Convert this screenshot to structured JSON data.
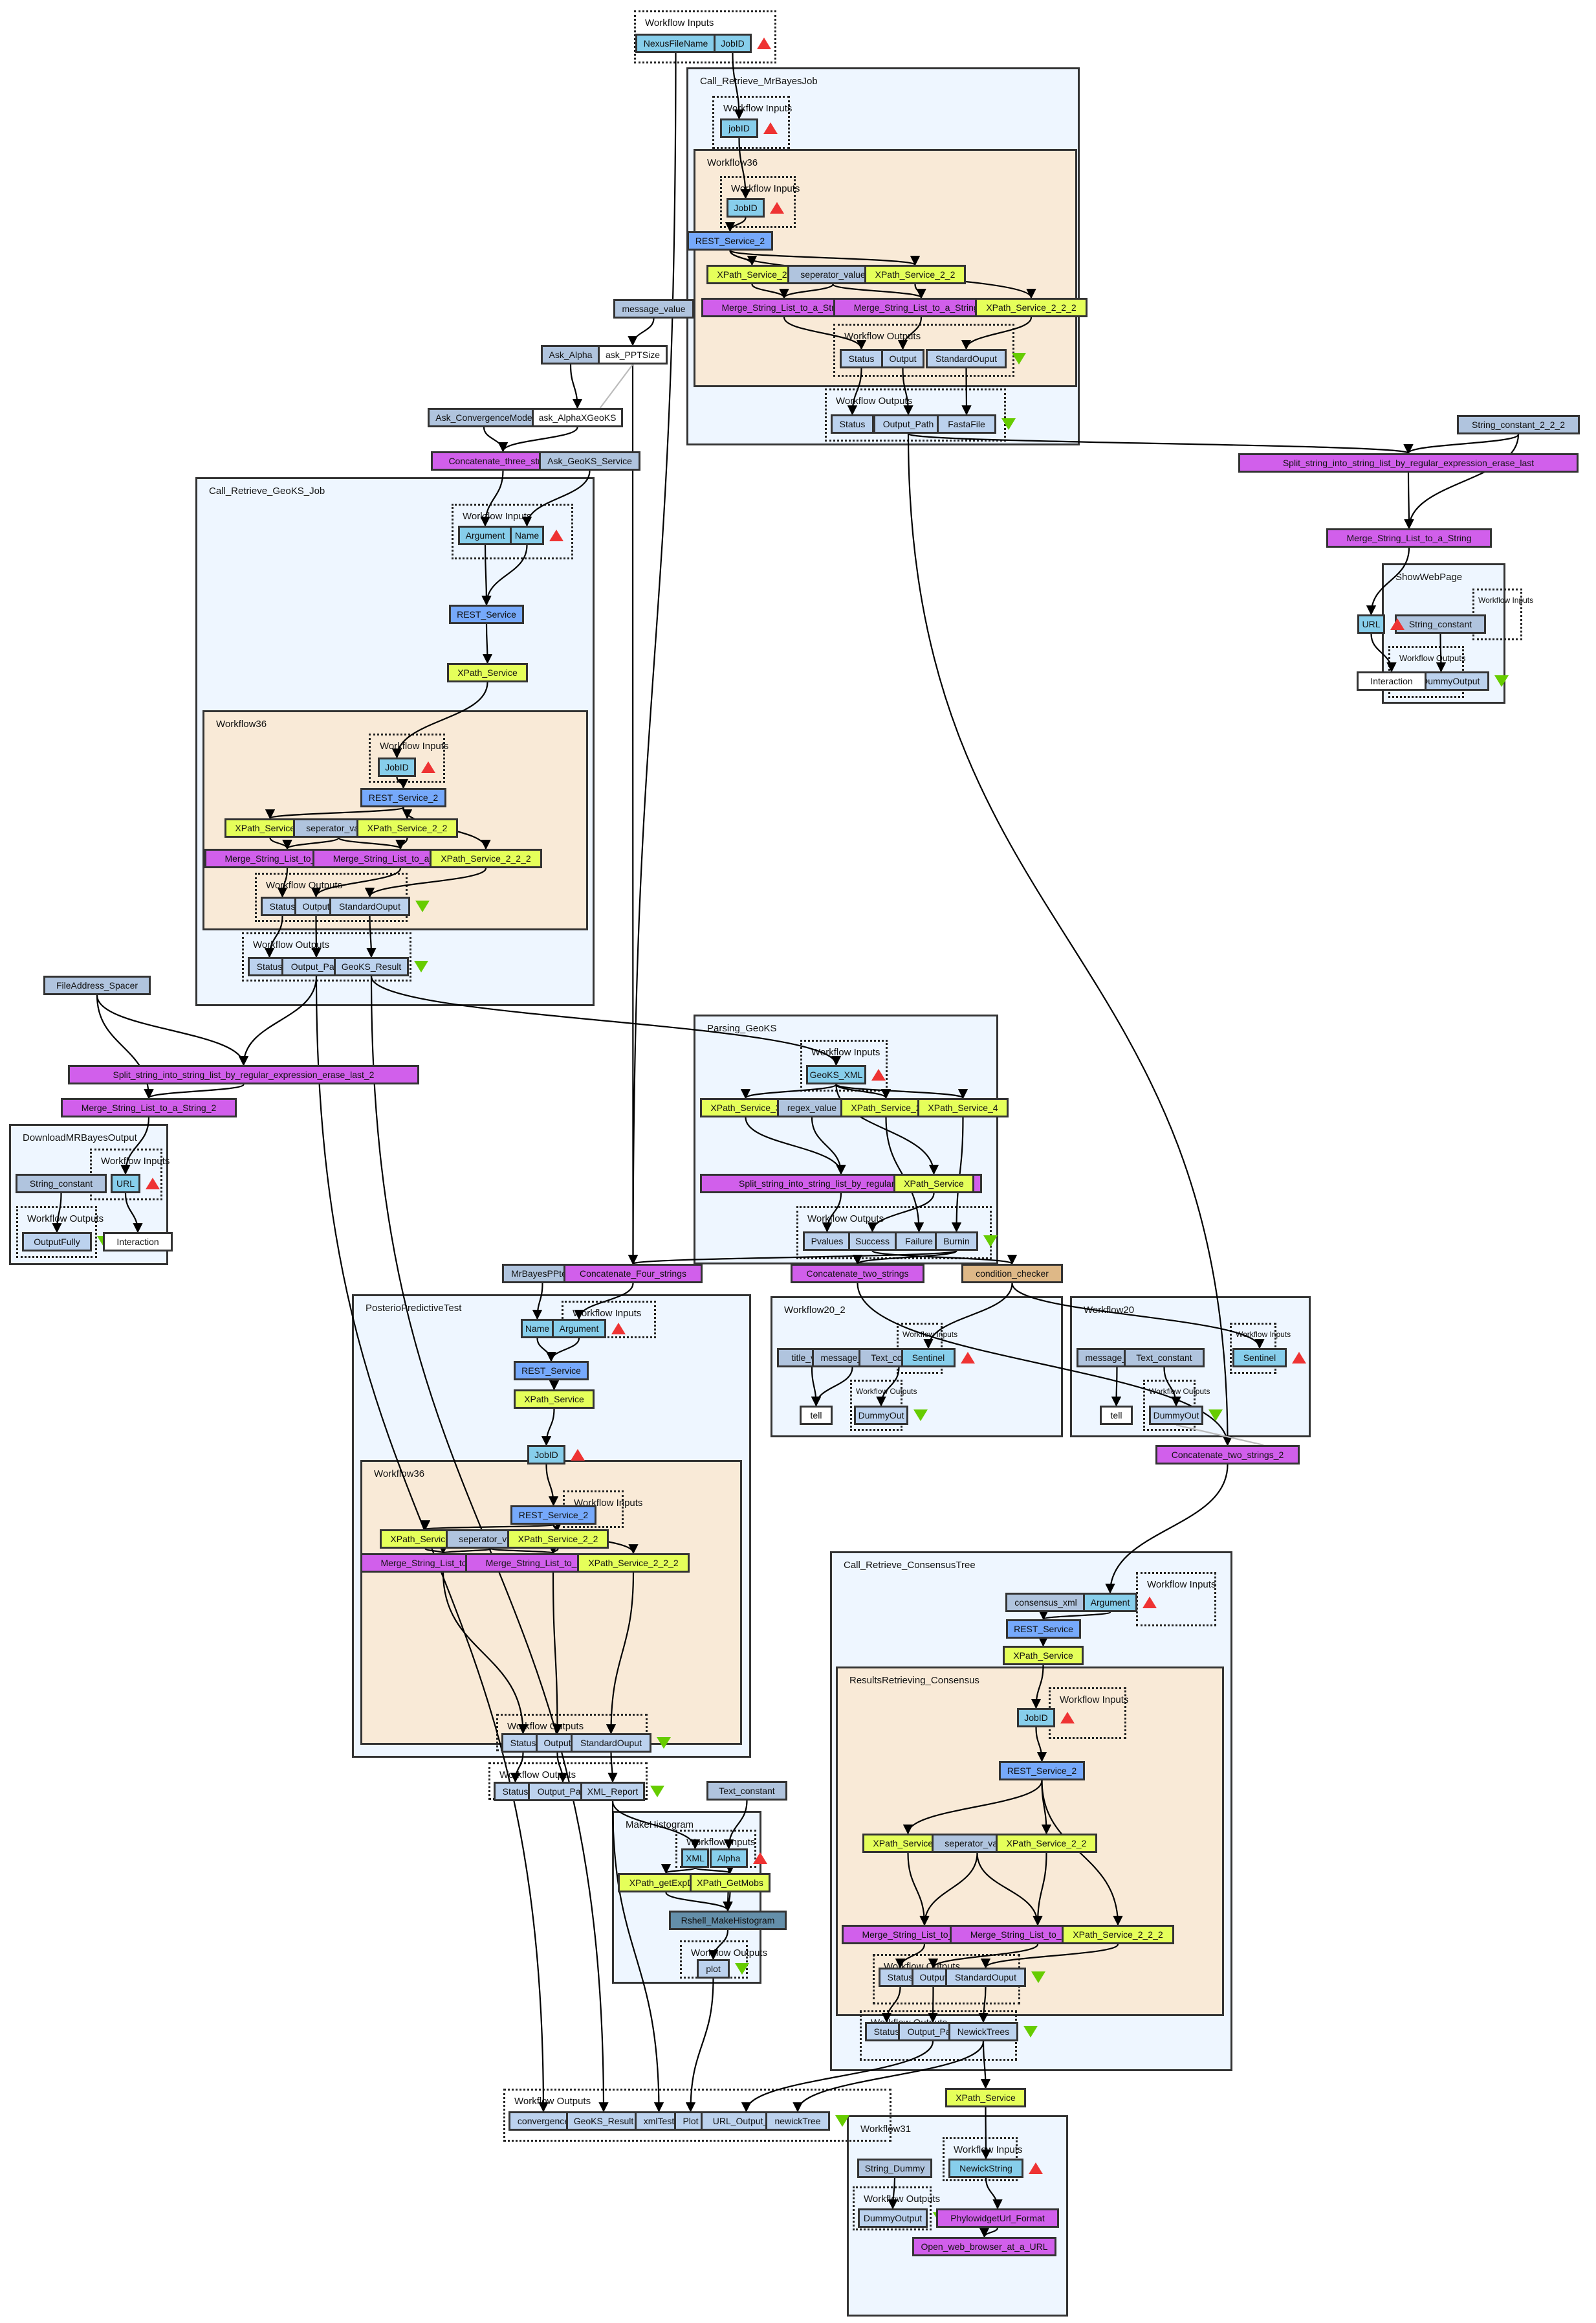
{
  "labels": {
    "workflow_inputs": "Workflow Inputs",
    "workflow_outputs": "Workflow Outputs"
  },
  "clusters": {
    "call_retrieve_mrbayesjob": "Call_Retrieve_MrBayesJob",
    "workflow36_a": "Workflow36",
    "call_retrieve_geoks_job": "Call_Retrieve_GeoKS_Job",
    "workflow36_b": "Workflow36",
    "download_mrbayes_output": "DownloadMRBayesOutput",
    "show_web_page": "ShowWebPage",
    "parsing_geoks": "Parsing_GeoKS",
    "posterio_predictive_test": "PosterioPredictiveTest",
    "workflow36_c": "Workflow36",
    "workflow20_2": "Workflow20_2",
    "workflow20": "Workflow20",
    "make_histogram": "MakeHistogram",
    "call_retrieve_consensus_tree": "Call_Retrieve_ConsensusTree",
    "results_retrieving_consensus": "ResultsRetrieving_Consensus",
    "workflow31": "Workflow31"
  },
  "nodes": {
    "top_in_nexus": "NexusFileName",
    "top_in_jobid": "JobID",
    "mb_in_jobid": "jobID",
    "mb_w36_in_jobid": "JobID",
    "mb_w36_rest2": "REST_Service_2",
    "mb_w36_xp2": "XPath_Service_2",
    "mb_w36_sep": "seperator_value",
    "mb_w36_xp22": "XPath_Service_2_2",
    "mb_w36_merge": "Merge_String_List_to_a_String",
    "mb_w36_merge2": "Merge_String_List_to_a_String_2",
    "mb_w36_xp222": "XPath_Service_2_2_2",
    "mb_w36_out_status": "Status",
    "mb_w36_out_output": "Output",
    "mb_w36_out_std": "StandardOuput",
    "mb_out_status": "Status",
    "mb_out_path": "Output_Path",
    "mb_out_fasta": "FastaFile",
    "message_value": "message_value",
    "ask_alpha": "Ask_Alpha",
    "ask_pptsize": "ask_PPTSize",
    "ask_convergence": "Ask_ConvergenceMode",
    "ask_alphaxgeoks": "ask_AlphaXGeoKS",
    "concat_three": "Concatenate_three_strings",
    "ask_geoks_service": "Ask_GeoKS_Service",
    "gk_in_argument": "Argument",
    "gk_in_name": "Name",
    "gk_rest": "REST_Service",
    "gk_xpath": "XPath_Service",
    "gk_w36_in_jobid": "JobID",
    "gk_w36_rest2": "REST_Service_2",
    "gk_w36_xp2": "XPath_Service_2",
    "gk_w36_sep": "seperator_value",
    "gk_w36_xp22": "XPath_Service_2_2",
    "gk_w36_merge": "Merge_String_List_to_a_String",
    "gk_w36_merge2": "Merge_String_List_to_a_String_2",
    "gk_w36_xp222": "XPath_Service_2_2_2",
    "gk_w36_out_status": "Status",
    "gk_w36_out_output": "Output",
    "gk_w36_out_std": "StandardOuput",
    "gk_out_status": "Status",
    "gk_out_path": "Output_Path",
    "gk_out_result": "GeoKS_Result",
    "string_constant_222": "String_constant_2_2_2",
    "split_erase_last": "Split_string_into_string_list_by_regular_expression_erase_last",
    "merge_string": "Merge_String_List_to_a_String",
    "swp_string_constant": "String_constant",
    "swp_in_url": "URL",
    "swp_out_fully": "FullyDummyOutput",
    "swp_interaction": "Interaction",
    "file_address_spacer": "FileAddress_Spacer",
    "split_erase_last_2": "Split_string_into_string_list_by_regular_expression_erase_last_2",
    "merge_string_2": "Merge_String_List_to_a_String_2",
    "dl_string_constant": "String_constant",
    "dl_in_url": "URL",
    "dl_out_fully": "OutputFully",
    "dl_interaction": "Interaction",
    "pg_in_geoks_xml": "GeoKS_XML",
    "pg_xp3": "XPath_Service_3",
    "pg_regex": "regex_value",
    "pg_xp2": "XPath_Service_2",
    "pg_xp4": "XPath_Service_4",
    "pg_split": "Split_string_into_string_list_by_regular_expression",
    "pg_xpath": "XPath_Service",
    "pg_out_pvalues": "Pvalues",
    "pg_out_success": "Success",
    "pg_out_failure": "Failure",
    "pg_out_burnin": "Burnin",
    "mrbayes_pptest": "MrBayesPPtest",
    "concat_four": "Concatenate_Four_strings",
    "concat_two": "Concatenate_two_strings",
    "condition_checker": "condition_checker",
    "pp_in_name": "Name",
    "pp_in_argument": "Argument",
    "pp_rest": "REST_Service",
    "pp_xpath": "XPath_Service",
    "pp_w36_in_jobid": "JobID",
    "pp_w36_rest2": "REST_Service_2",
    "pp_w36_xp2": "XPath_Service_2",
    "pp_w36_sep": "seperator_value",
    "pp_w36_xp22": "XPath_Service_2_2",
    "pp_w36_merge": "Merge_String_List_to_a_String",
    "pp_w36_merge2": "Merge_String_List_to_a_String_2",
    "pp_w36_xp222": "XPath_Service_2_2_2",
    "pp_w36_out_status": "Status",
    "pp_w36_out_output": "Output",
    "pp_w36_out_std": "StandardOuput",
    "pp_out_status": "Status",
    "pp_out_path": "Output_Path",
    "pp_out_xml": "XML_Report",
    "w202_title": "title_value",
    "w202_message": "message_value",
    "w202_text": "Text_constant",
    "w202_in_sentinel": "Sentinel",
    "w202_tell": "tell",
    "w202_out_dummy": "DummyOut",
    "w20_message": "message_value",
    "w20_text": "Text_constant",
    "w20_in_sentinel": "Sentinel",
    "w20_tell": "tell",
    "w20_out_dummy": "DummyOut",
    "concat_two_2": "Concatenate_two_strings_2",
    "text_constant": "Text_constant",
    "mh_in_xml": "XML",
    "mh_in_alpha": "Alpha",
    "mh_xp_expdist": "XPath_getExpDist",
    "mh_xp_getmobs": "XPath_GetMobs",
    "mh_rshell": "Rshell_MakeHistogram",
    "mh_out_plot": "plot",
    "ct_consensus_xml": "consensus_xml",
    "ct_in_argument": "Argument",
    "ct_rest": "REST_Service",
    "ct_xpath": "XPath_Service",
    "ct_rr_in_jobid": "JobID",
    "ct_rr_rest2": "REST_Service_2",
    "ct_rr_xp2": "XPath_Service_2",
    "ct_rr_sep": "seperator_value",
    "ct_rr_xp22": "XPath_Service_2_2",
    "ct_rr_merge": "Merge_String_List_to_a_String",
    "ct_rr_merge2": "Merge_String_List_to_a_String_2",
    "ct_rr_xp222": "XPath_Service_2_2_2",
    "ct_rr_out_status": "Status",
    "ct_rr_out_output": "Output",
    "ct_rr_out_std": "StandardOuput",
    "ct_out_status": "Status",
    "ct_out_path": "Output_Path",
    "ct_out_newick": "NewickTrees",
    "top_out_convergence": "convergence",
    "top_out_geoks": "GeoKS_Result",
    "top_out_xmltest": "xmlTest",
    "top_out_plot": "Plot",
    "top_out_url": "URL_Output_file",
    "top_out_newick": "newickTree",
    "xpath_service_bottom": "XPath_Service",
    "w31_string_dummy": "String_Dummy",
    "w31_in_newick": "NewickString",
    "w31_out_dummy": "DummyOutput",
    "w31_phylowidget": "PhylowidgetUrl_Format",
    "w31_open_browser": "Open_web_browser_at_a_URL"
  },
  "colors": {
    "workflow_input": "#87ceeb",
    "workflow_output": "#bcd2ee",
    "string_constant": "#b0c4de",
    "rest_service": "#76a9fb",
    "xpath_service": "#e5ff5a",
    "local_worker": "#d15feb",
    "interaction": "#ffffff",
    "condition": "#deb887",
    "rshell": "#648faa",
    "nested_workflow": "#f9ead7",
    "subworkflow": "#eef6ff",
    "input_marker": "#ee3333",
    "output_marker": "#66cc00"
  }
}
